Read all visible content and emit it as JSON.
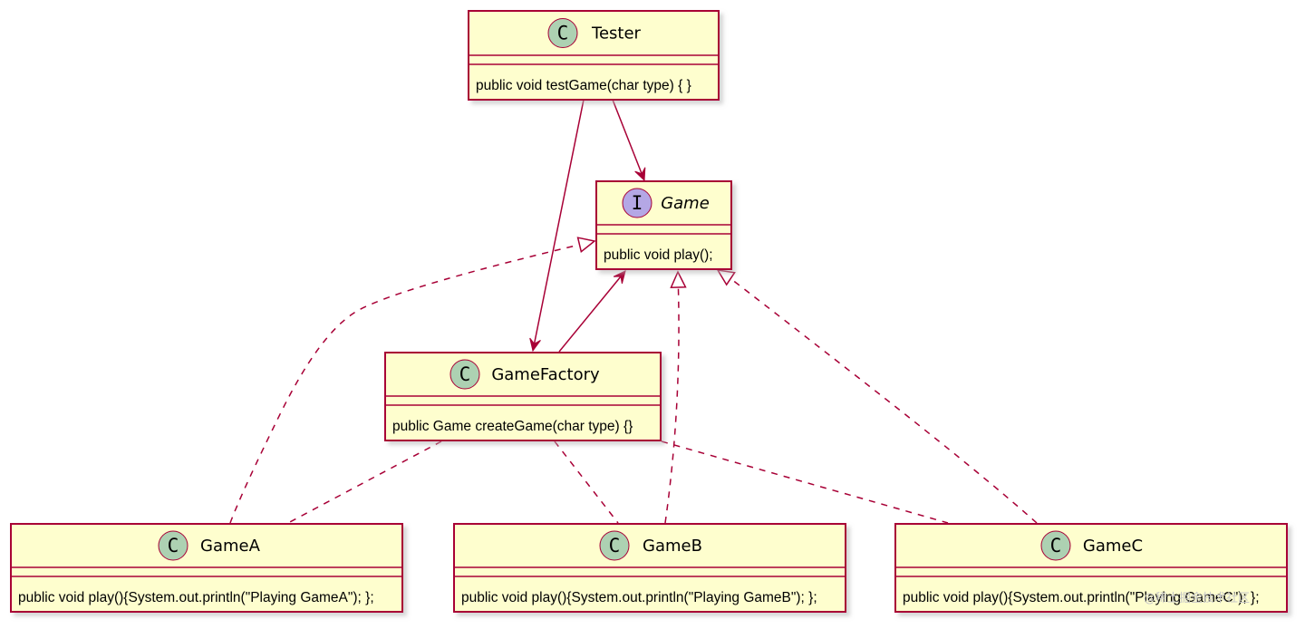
{
  "colors": {
    "box_fill": "#FEFECE",
    "box_border": "#A80036",
    "class_circle": "#ADD1B2",
    "interface_circle": "#B4A7E5",
    "shadow": "#b8b8b8"
  },
  "classes": [
    {
      "id": "Tester",
      "kind": "class",
      "name": "Tester",
      "members": [
        "public void testGame(char type) { }"
      ]
    },
    {
      "id": "Game",
      "kind": "interface",
      "name": "Game",
      "members": [
        "public void play();"
      ]
    },
    {
      "id": "GameFactory",
      "kind": "class",
      "name": "GameFactory",
      "members": [
        "public Game createGame(char type) {}"
      ]
    },
    {
      "id": "GameA",
      "kind": "class",
      "name": "GameA",
      "members": [
        "public void play(){System.out.println(\"Playing GameA\"); };"
      ]
    },
    {
      "id": "GameB",
      "kind": "class",
      "name": "GameB",
      "members": [
        "public void play(){System.out.println(\"Playing GameB\"); };"
      ]
    },
    {
      "id": "GameC",
      "kind": "class",
      "name": "GameC",
      "members": [
        "public void play(){System.out.println(\"Playing GameC\"); };"
      ]
    }
  ],
  "relations": [
    {
      "from": "Tester",
      "to": "Game",
      "type": "association"
    },
    {
      "from": "Tester",
      "to": "GameFactory",
      "type": "association"
    },
    {
      "from": "GameFactory",
      "to": "Game",
      "type": "association"
    },
    {
      "from": "GameA",
      "to": "Game",
      "type": "realization"
    },
    {
      "from": "GameB",
      "to": "Game",
      "type": "realization"
    },
    {
      "from": "GameC",
      "to": "Game",
      "type": "realization"
    },
    {
      "from": "GameFactory",
      "to": "GameA",
      "type": "dependency"
    },
    {
      "from": "GameFactory",
      "to": "GameB",
      "type": "dependency"
    },
    {
      "from": "GameFactory",
      "to": "GameC",
      "type": "dependency"
    }
  ],
  "watermark": "@稀土掘金技术社区"
}
